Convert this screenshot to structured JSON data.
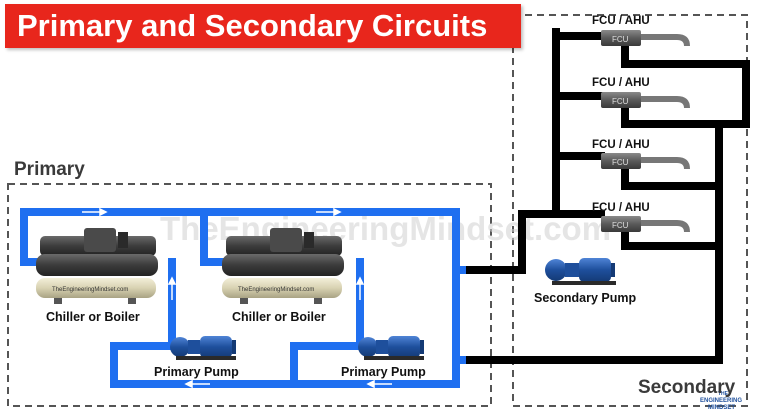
{
  "title": "Primary and Secondary Circuits",
  "areas": {
    "primary": "Primary",
    "secondary": "Secondary"
  },
  "watermark": "TheEngineeringMindset.com",
  "units": {
    "chiller_1": {
      "caption": "Chiller or Boiler",
      "plate": "TheEngineeringMindset.com"
    },
    "chiller_2": {
      "caption": "Chiller or Boiler",
      "plate": "TheEngineeringMindset.com"
    },
    "primary_pump_1": {
      "caption": "Primary Pump"
    },
    "primary_pump_2": {
      "caption": "Primary Pump"
    },
    "secondary_pump": {
      "caption": "Secondary Pump"
    },
    "fcu_units": [
      {
        "caption": "FCU / AHU",
        "tag": "FCU"
      },
      {
        "caption": "FCU / AHU",
        "tag": "FCU"
      },
      {
        "caption": "FCU / AHU",
        "tag": "FCU"
      },
      {
        "caption": "FCU / AHU",
        "tag": "FCU"
      }
    ]
  },
  "logo": {
    "line1": "THE",
    "line2": "ENGINEERING",
    "line3": "MINDSET"
  },
  "colors": {
    "title_bg": "#e8261c",
    "primary_pipe": "#1f6ff0",
    "secondary_pipe": "#000000",
    "pump": "#1e4f9c",
    "chiller": "#3b3b3b",
    "dashed_border": "#555555"
  }
}
